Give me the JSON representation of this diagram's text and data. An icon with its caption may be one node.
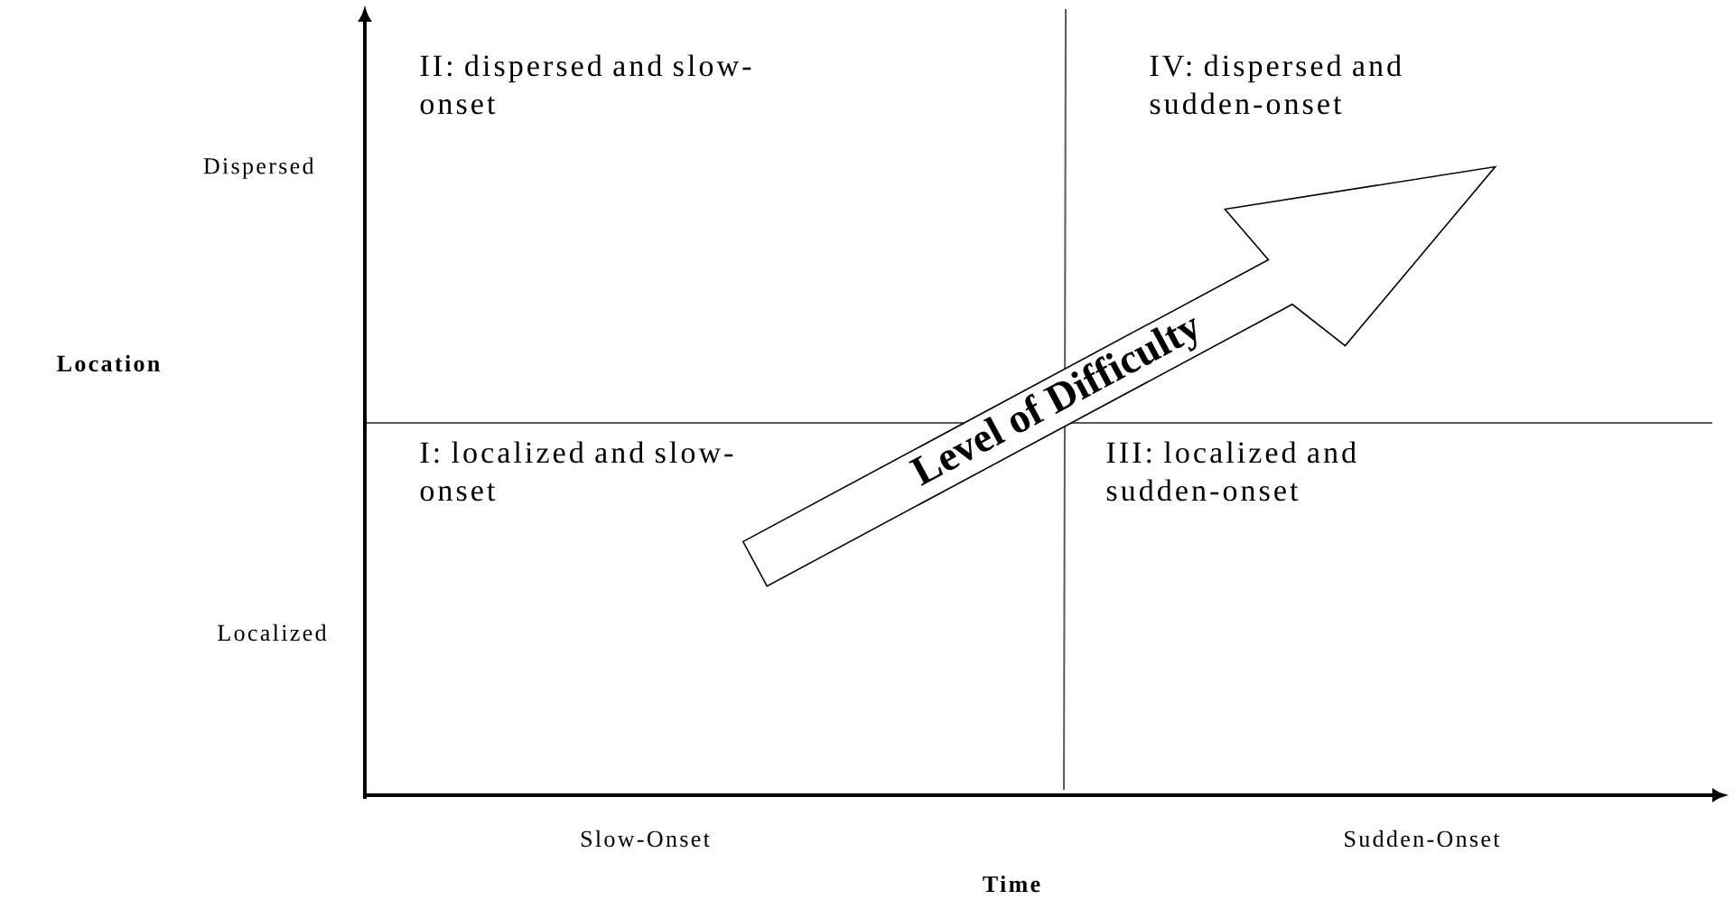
{
  "diagram": {
    "nodes": [
      {
        "text": [
          "Level of Difficulty"
        ]
      }
    ],
    "labels": [
      "II: dispersed and slow-onset",
      "IV: dispersed and sudden-onset",
      "Dispersed",
      "Location",
      "I: localized and slow-onset",
      "III: localized and sudden-onset",
      "Localized",
      "Slow-Onset",
      "Sudden-Onset",
      "Time"
    ]
  }
}
